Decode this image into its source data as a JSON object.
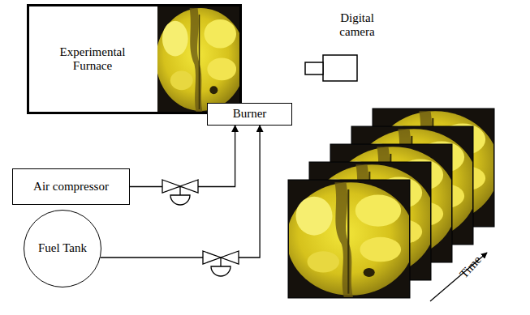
{
  "diagram": {
    "nodes": [
      {
        "text": [
          "Experimental Furnace"
        ]
      },
      {
        "text": [
          "Burner"
        ]
      },
      {
        "text": [
          "Air compressor"
        ]
      },
      {
        "text": [
          "Fuel Tank"
        ]
      }
    ],
    "edges": [
      {
        "from": 2,
        "to": 1,
        "arrow": "to"
      },
      {
        "from": 3,
        "to": 1,
        "arrow": "to"
      }
    ],
    "labels": [
      "Digital camera",
      "Time"
    ]
  }
}
